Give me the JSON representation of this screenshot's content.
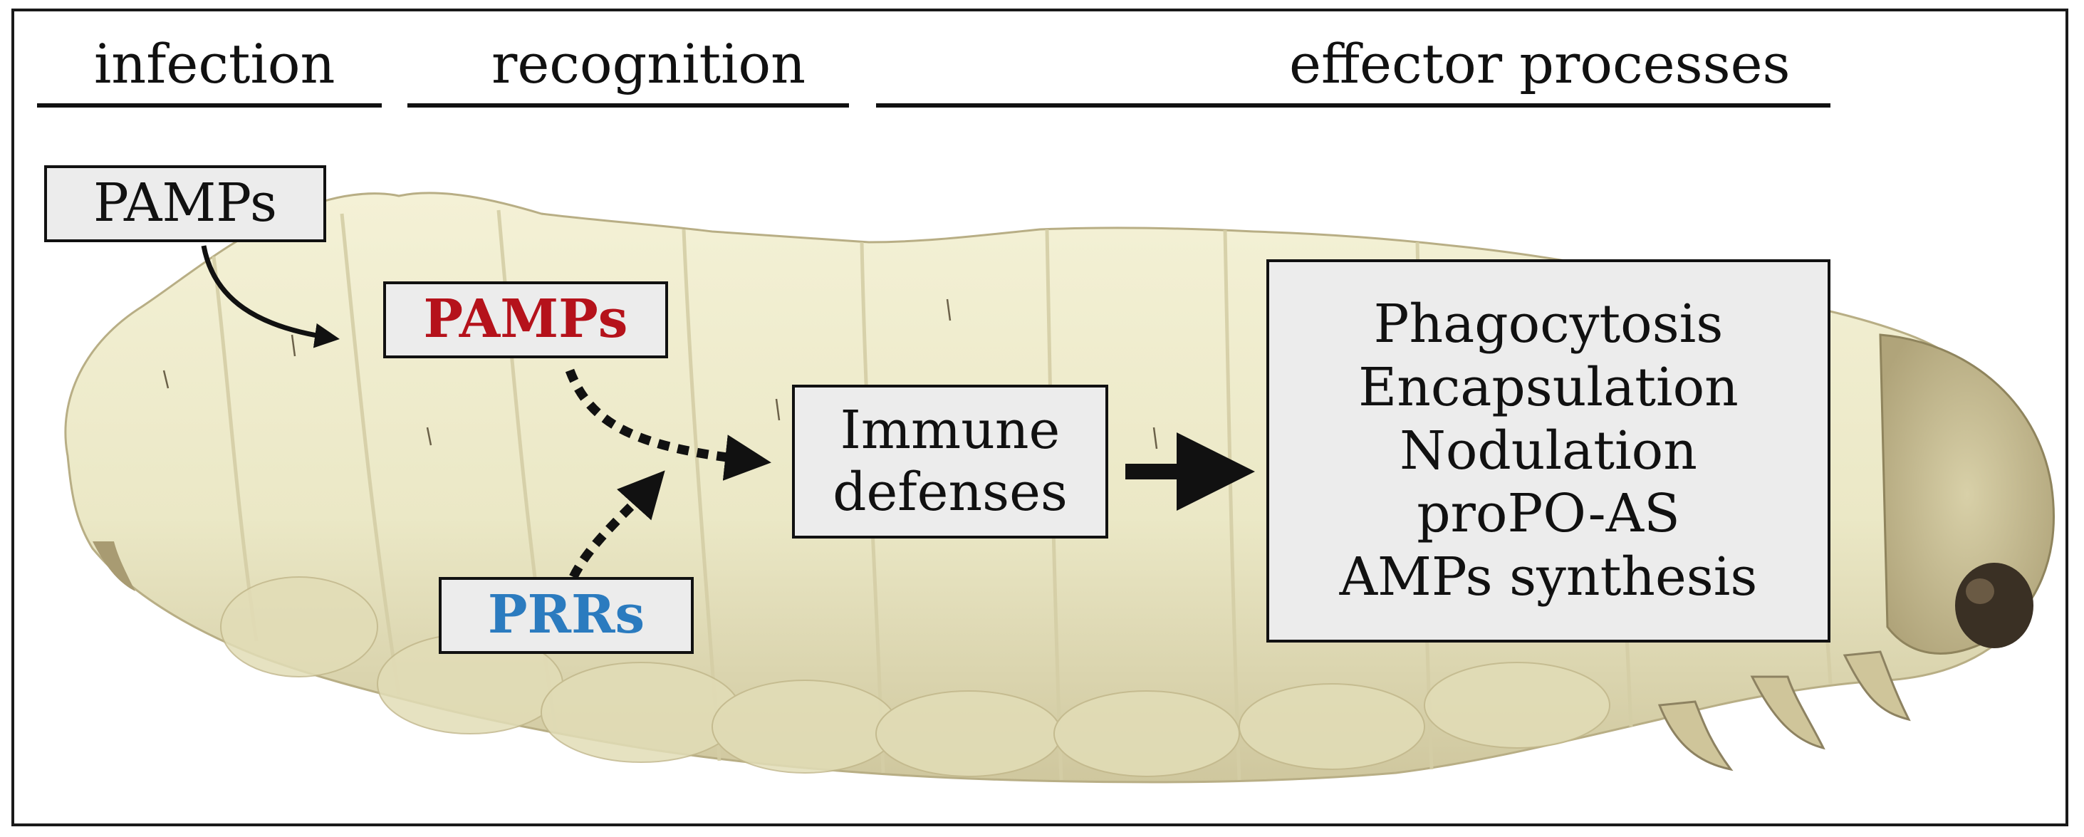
{
  "phases": {
    "infection": "infection",
    "recognition": "recognition",
    "effector": "effector processes"
  },
  "boxes": {
    "pamps_outside": "PAMPs",
    "pamps_inside": "PAMPs",
    "prrs": "PRRs",
    "immune_defenses": [
      "Immune",
      "defenses"
    ],
    "effector_processes": [
      "Phagocytosis",
      "Encapsulation",
      "Nodulation",
      "proPO-AS",
      "AMPs synthesis"
    ]
  },
  "colors": {
    "pamps_inside": "#b5121b",
    "prrs": "#2b7bbf",
    "larva_body": "#efeccb",
    "box_fill": "#ececec",
    "ink": "#111111"
  }
}
